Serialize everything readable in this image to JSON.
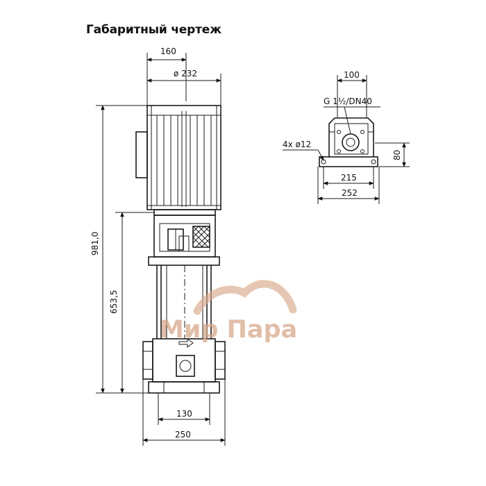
{
  "title": "Габаритный чертеж",
  "main_view": {
    "dims": {
      "width_160": "160",
      "diameter_232": "ø 232",
      "height_981": "981,0",
      "height_653": "653,5",
      "base_130": "130",
      "base_250": "250"
    }
  },
  "top_view": {
    "dims": {
      "width_100": "100",
      "connection": "G 1½/DN40",
      "holes": "4x ø12",
      "height_80": "80",
      "width_215": "215",
      "width_252": "252"
    }
  },
  "watermark": {
    "text": "Мир Пара",
    "color": "#d8a98b"
  }
}
